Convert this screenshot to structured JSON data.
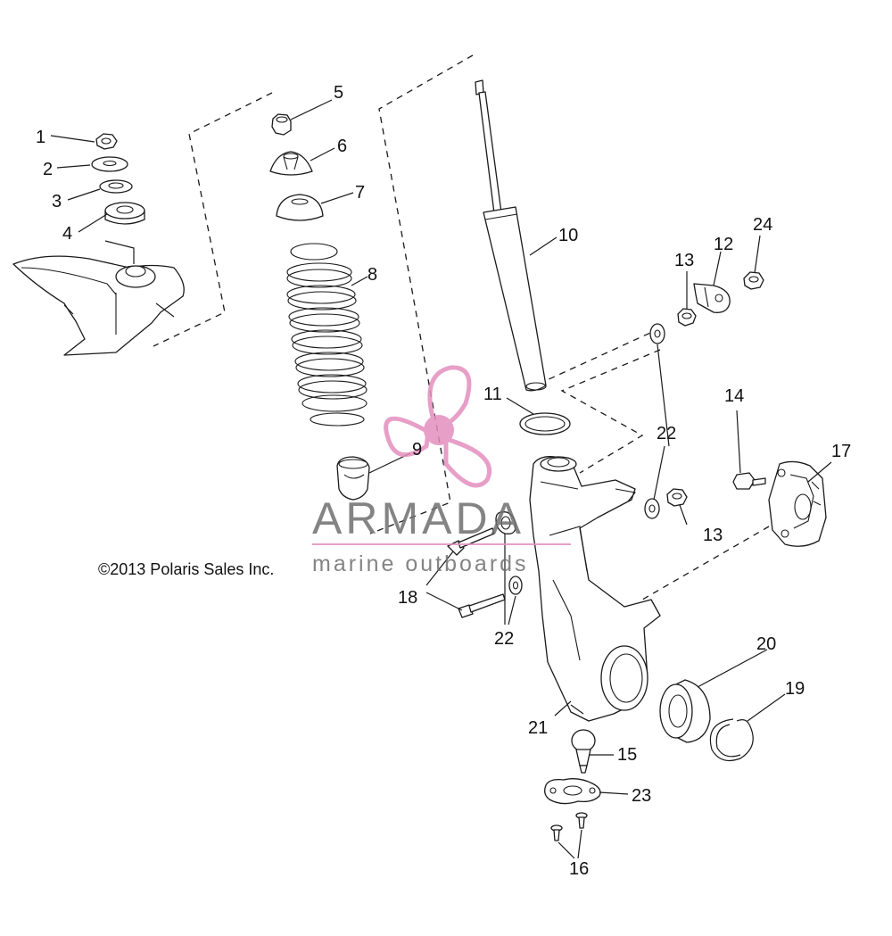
{
  "callouts": [
    {
      "id": "c1",
      "label": "1"
    },
    {
      "id": "c2",
      "label": "2"
    },
    {
      "id": "c3",
      "label": "3"
    },
    {
      "id": "c4",
      "label": "4"
    },
    {
      "id": "c5",
      "label": "5"
    },
    {
      "id": "c6",
      "label": "6"
    },
    {
      "id": "c7",
      "label": "7"
    },
    {
      "id": "c8",
      "label": "8"
    },
    {
      "id": "c9",
      "label": "9"
    },
    {
      "id": "c10",
      "label": "10"
    },
    {
      "id": "c11",
      "label": "11"
    },
    {
      "id": "c12",
      "label": "12"
    },
    {
      "id": "c13a",
      "label": "13"
    },
    {
      "id": "c13b",
      "label": "13"
    },
    {
      "id": "c14",
      "label": "14"
    },
    {
      "id": "c15",
      "label": "15"
    },
    {
      "id": "c16",
      "label": "16"
    },
    {
      "id": "c17",
      "label": "17"
    },
    {
      "id": "c18",
      "label": "18"
    },
    {
      "id": "c19",
      "label": "19"
    },
    {
      "id": "c20",
      "label": "20"
    },
    {
      "id": "c21",
      "label": "21"
    },
    {
      "id": "c22a",
      "label": "22"
    },
    {
      "id": "c22b",
      "label": "22"
    },
    {
      "id": "c23",
      "label": "23"
    },
    {
      "id": "c24",
      "label": "24"
    }
  ],
  "copyright": "©2013 Polaris Sales Inc.",
  "watermark": {
    "word": "ARMADA",
    "subtitle": "marine outboards",
    "color": "#e38fbf",
    "text_color": "#6f6f6f"
  }
}
